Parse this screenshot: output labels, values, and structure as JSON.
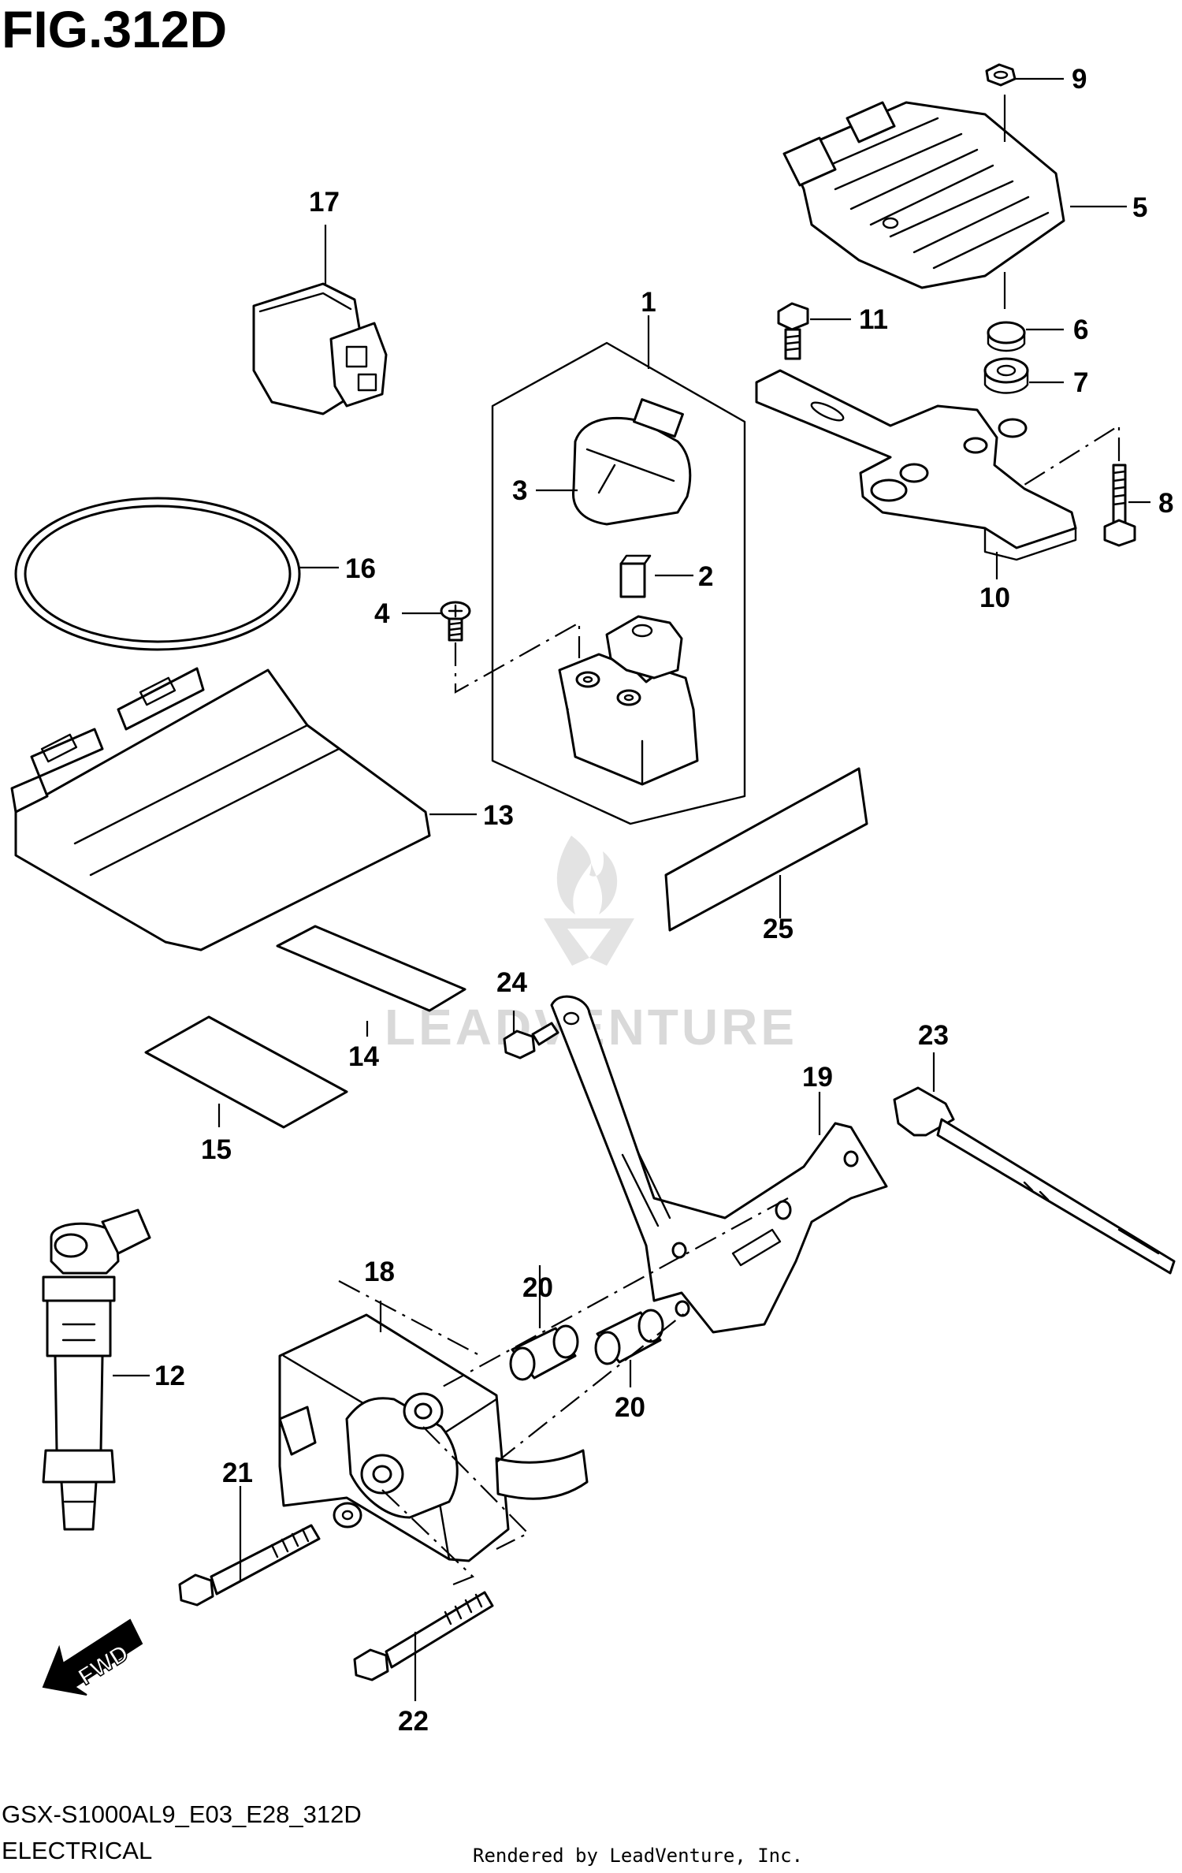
{
  "figure": {
    "title": "FIG.312D",
    "model_code": "GSX-S1000AL9_E03_E28_312D",
    "section": "ELECTRICAL",
    "credit": "Rendered by LeadVenture, Inc.",
    "watermark": "LEADVENTURE",
    "forward_label": "FWD"
  },
  "callouts": [
    {
      "id": "1",
      "label": "1",
      "part": "starter-relay-assembly"
    },
    {
      "id": "2",
      "label": "2",
      "part": "fuse"
    },
    {
      "id": "3",
      "label": "3",
      "part": "relay-cover"
    },
    {
      "id": "4",
      "label": "4",
      "part": "screw"
    },
    {
      "id": "5",
      "label": "5",
      "part": "regulator-rectifier"
    },
    {
      "id": "6",
      "label": "6",
      "part": "collar"
    },
    {
      "id": "7",
      "label": "7",
      "part": "cushion"
    },
    {
      "id": "8",
      "label": "8",
      "part": "bolt"
    },
    {
      "id": "9",
      "label": "9",
      "part": "nut"
    },
    {
      "id": "10",
      "label": "10",
      "part": "regulator-bracket"
    },
    {
      "id": "11",
      "label": "11",
      "part": "bolt"
    },
    {
      "id": "12",
      "label": "12",
      "part": "ignition-coil"
    },
    {
      "id": "13",
      "label": "13",
      "part": "ecm"
    },
    {
      "id": "14",
      "label": "14",
      "part": "pad"
    },
    {
      "id": "15",
      "label": "15",
      "part": "pad"
    },
    {
      "id": "16",
      "label": "16",
      "part": "band"
    },
    {
      "id": "17",
      "label": "17",
      "part": "connector"
    },
    {
      "id": "18",
      "label": "18",
      "part": "actuator"
    },
    {
      "id": "19",
      "label": "19",
      "part": "actuator-bracket"
    },
    {
      "id": "20a",
      "label": "20",
      "part": "spacer"
    },
    {
      "id": "20b",
      "label": "20",
      "part": "spacer"
    },
    {
      "id": "21",
      "label": "21",
      "part": "bolt"
    },
    {
      "id": "22",
      "label": "22",
      "part": "bolt"
    },
    {
      "id": "23",
      "label": "23",
      "part": "clamp"
    },
    {
      "id": "24",
      "label": "24",
      "part": "bolt"
    },
    {
      "id": "25",
      "label": "25",
      "part": "pad"
    }
  ]
}
